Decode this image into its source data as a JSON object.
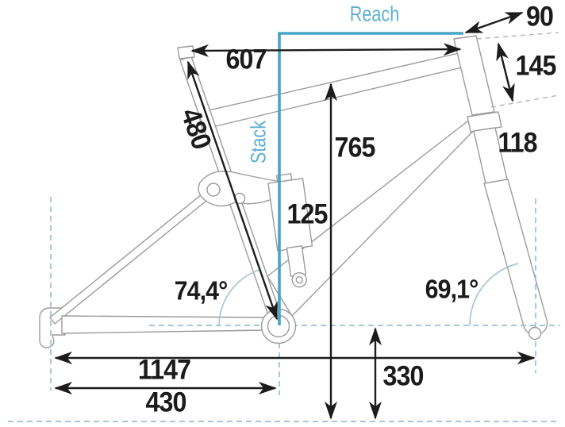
{
  "diagram": {
    "type": "bike-frame-geometry",
    "colors": {
      "accent_cyan_line": "#49a4c6",
      "accent_cyan_text": "#5fafd2",
      "dimension_black": "#1c1c1c",
      "frame_outline_gray": "#9b9b9b",
      "construction_dash_blue": "#9fbecb",
      "angle_arc": "#a9c6d2"
    },
    "labels": {
      "reach": "Reach",
      "stack": "Stack"
    },
    "measurements": {
      "stem_length": "90",
      "top_tube": "607",
      "head_tube_length": "145",
      "seat_tube_length": "480",
      "seat_height": "765",
      "fork_lower": "118",
      "shock_length": "125",
      "seat_tube_angle": "74,4°",
      "head_tube_angle": "69,1°",
      "wheelbase": "1147",
      "chainstay": "430",
      "bb_height": "330"
    }
  }
}
